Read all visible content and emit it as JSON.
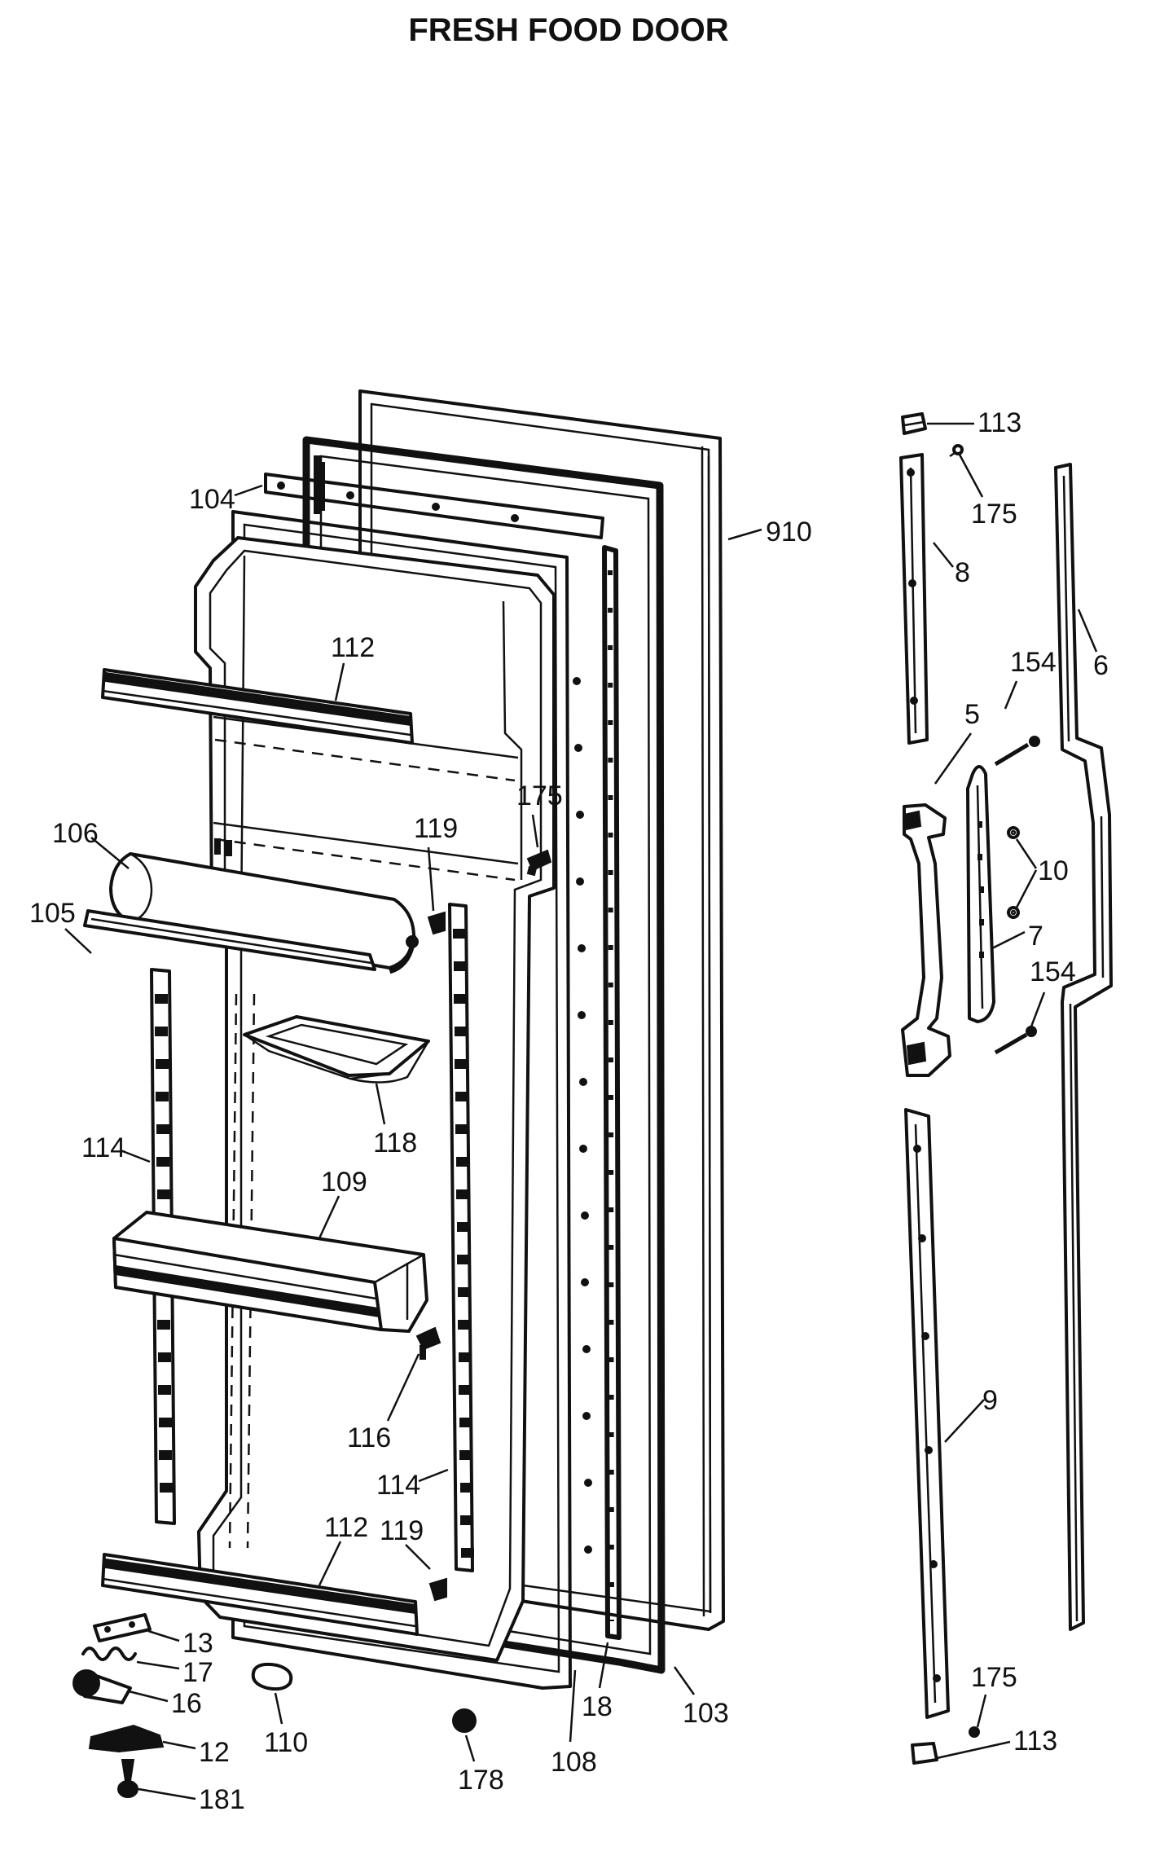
{
  "title": "FRESH FOOD DOOR",
  "labels": {
    "p910": "910",
    "p104": "104",
    "p112a": "112",
    "p175a": "175",
    "p119a": "119",
    "p106": "106",
    "p105": "105",
    "p118": "118",
    "p114a": "114",
    "p109": "109",
    "p116": "116",
    "p114b": "114",
    "p112b": "112",
    "p119b": "119",
    "p13": "13",
    "p17": "17",
    "p16": "16",
    "p12": "12",
    "p181": "181",
    "p110": "110",
    "p178": "178",
    "p108": "108",
    "p18": "18",
    "p103": "103",
    "p113a": "113",
    "p175b": "175",
    "p8": "8",
    "p6": "6",
    "p154a": "154",
    "p5": "5",
    "p10": "10",
    "p7": "7",
    "p154b": "154",
    "p9": "9",
    "p175c": "175",
    "p113b": "113"
  }
}
